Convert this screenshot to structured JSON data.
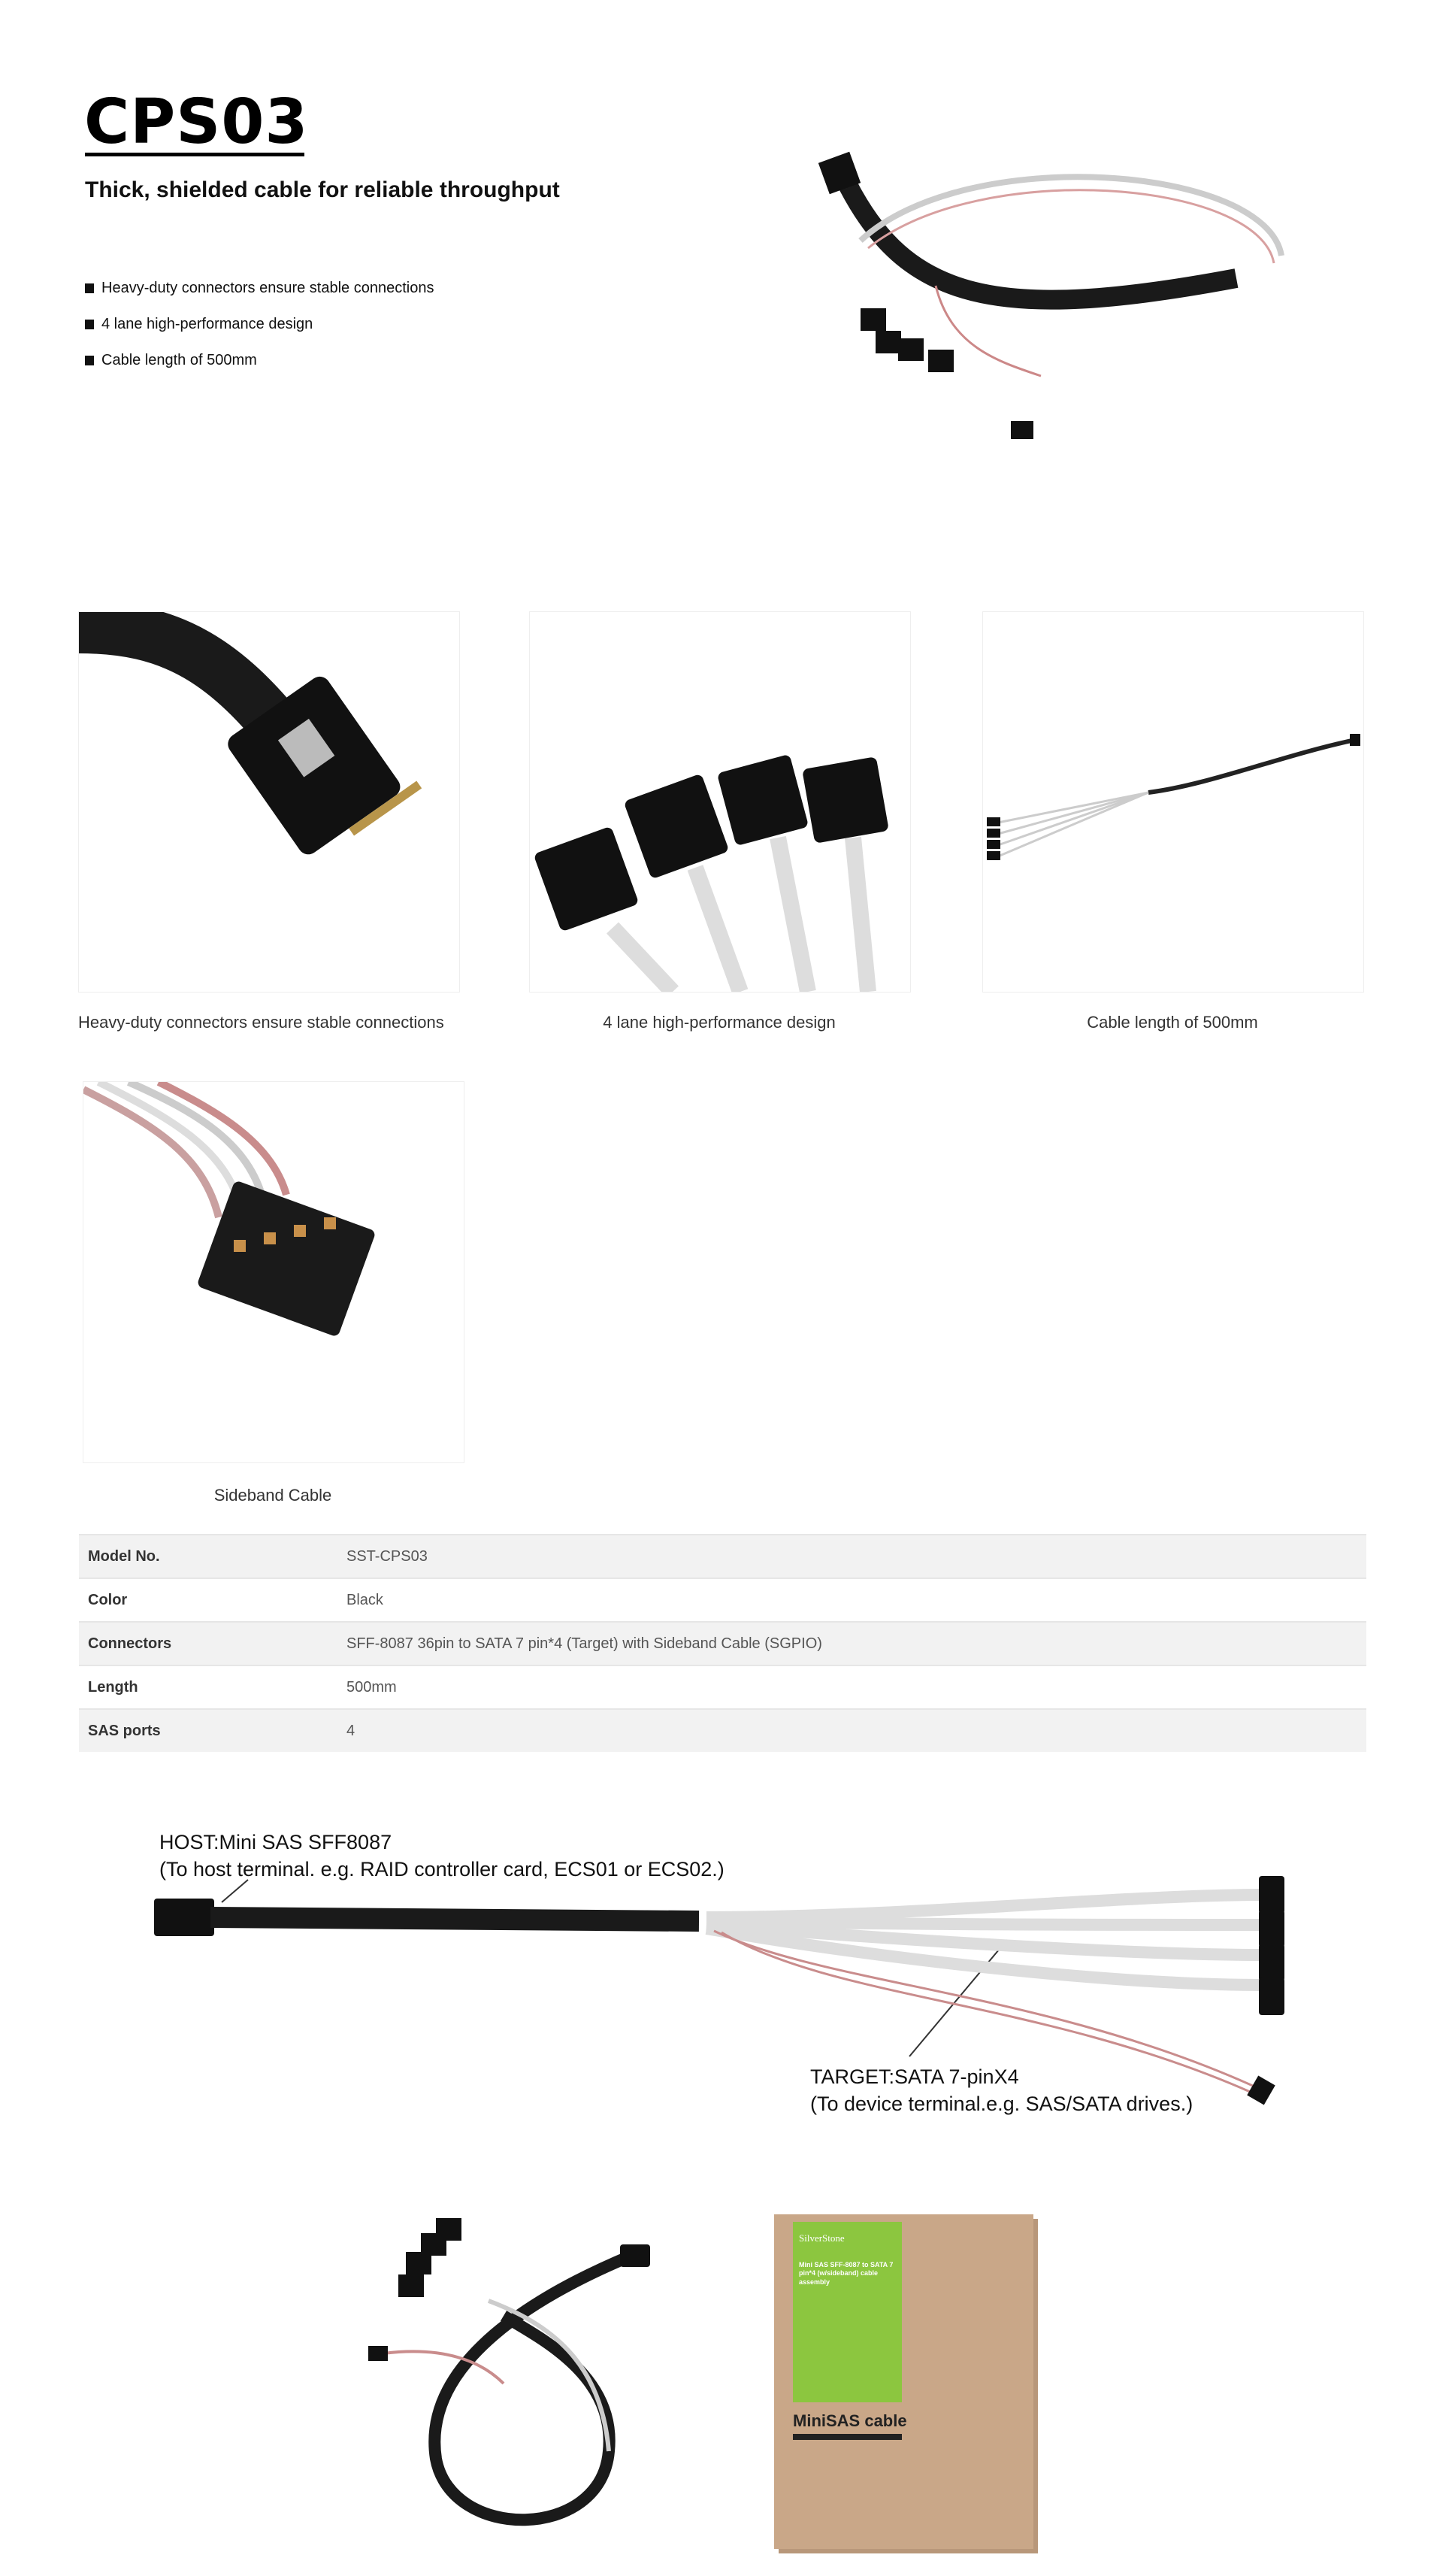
{
  "header": {
    "title": "CPS03",
    "subtitle": "Thick, shielded cable for reliable throughput",
    "bullets": [
      "Heavy-duty connectors ensure stable connections",
      "4 lane high-performance design",
      "Cable length of 500mm"
    ]
  },
  "gallery": {
    "captions": [
      "Heavy-duty connectors ensure stable connections",
      "4 lane high-performance design",
      "Cable length of 500mm",
      "Sideband Cable"
    ]
  },
  "specs": {
    "rows": [
      {
        "label": "Model No.",
        "value": "SST-CPS03"
      },
      {
        "label": "Color",
        "value": "Black"
      },
      {
        "label": "Connectors",
        "value": "SFF-8087 36pin to SATA 7 pin*4 (Target) with Sideband Cable (SGPIO)"
      },
      {
        "label": "Length",
        "value": "500mm"
      },
      {
        "label": "SAS ports",
        "value": "4"
      }
    ]
  },
  "diagram": {
    "host_line1": "HOST:Mini SAS SFF8087",
    "host_line2": "(To host terminal. e.g. RAID controller card, ECS01 or ECS02.)",
    "target_line1": "TARGET:SATA 7-pinX4",
    "target_line2": "(To device terminal.e.g. SAS/SATA drives.)"
  },
  "package": {
    "brand": "SilverStone",
    "box_title": "Mini SAS SFF-8087 to SATA 7 pin*4 (w/sideband) cable assembly",
    "box_label": "MiniSAS cable",
    "colors": {
      "green": "#8cc63f",
      "kraft": "#c9a788"
    }
  }
}
